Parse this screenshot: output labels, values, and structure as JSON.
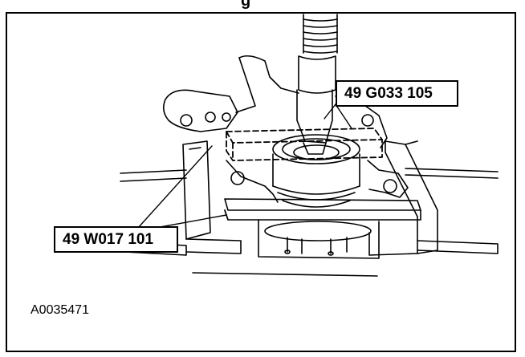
{
  "callouts": {
    "upper": "49 G033 105",
    "lower": "49 W017 101"
  },
  "figure_id": "A0035471",
  "header_clip": "g"
}
